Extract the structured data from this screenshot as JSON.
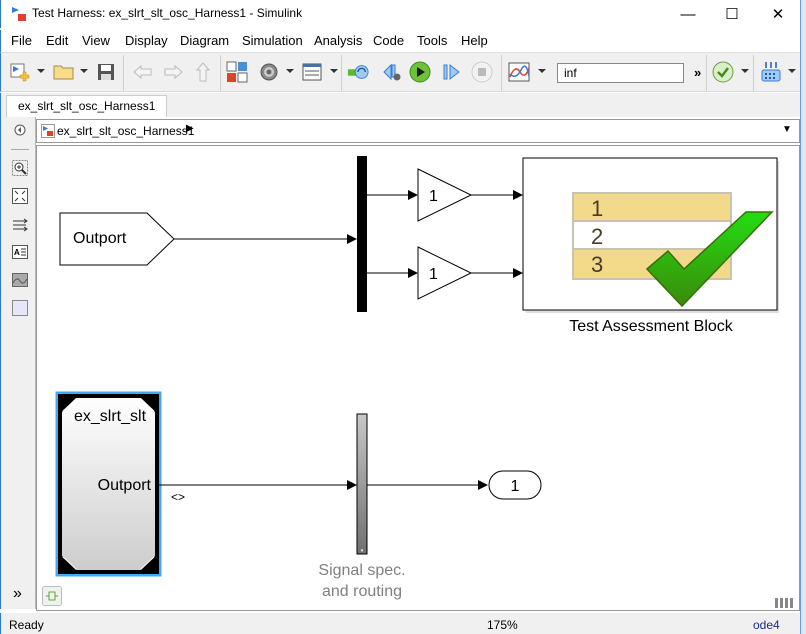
{
  "window": {
    "title": "Test Harness: ex_slrt_slt_osc_Harness1 - Simulink",
    "minimize": "—",
    "maximize": "☐",
    "close": "✕"
  },
  "menu": [
    "File",
    "Edit",
    "View",
    "Display",
    "Diagram",
    "Simulation",
    "Analysis",
    "Code",
    "Tools",
    "Help"
  ],
  "toolbar": {
    "stop_time": "inf",
    "more": "»"
  },
  "tab": {
    "label": "ex_slrt_slt_osc_Harness1"
  },
  "breadcrumb": {
    "label": "ex_slrt_slt_osc_Harness1"
  },
  "diagram": {
    "from_outport_label": "Outport",
    "gain1_value": "1",
    "gain2_value": "1",
    "assessment_rows": [
      "1",
      "2",
      "3"
    ],
    "assessment_label": "Test Assessment Block",
    "subsystem_name": "ex_slrt_slt",
    "subsystem_port": "Outport",
    "signal_annotation": "<>",
    "signal_spec_label_line1": "Signal spec.",
    "signal_spec_label_line2": "and routing",
    "outport_number": "1"
  },
  "status": {
    "state": "Ready",
    "zoom": "175%",
    "solver": "ode4"
  },
  "colors": {
    "accent": "#2b79d0",
    "selection": "#3fa9f5",
    "table_yellow": "#f3d98a",
    "check_green": "#2bb10e",
    "run_green": "#5cb82e"
  }
}
